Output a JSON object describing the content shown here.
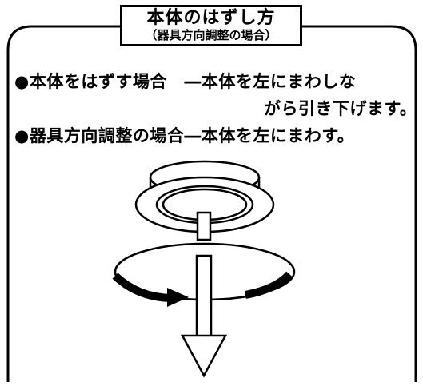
{
  "title": {
    "main": "本体のはずし方",
    "sub": "（器具方向調整の場合）"
  },
  "instructions": [
    "●本体をはずす場合　―本体を左にまわしな",
    "がら引き下げます。",
    "●器具方向調整の場合―本体を左にまわす。"
  ],
  "colors": {
    "ink": "#000000",
    "paper": "#ffffff"
  },
  "illustration": {
    "parts": [
      "fixture-body",
      "rotation-ellipse",
      "rotate-left-arrows",
      "pull-down-arrow"
    ]
  }
}
